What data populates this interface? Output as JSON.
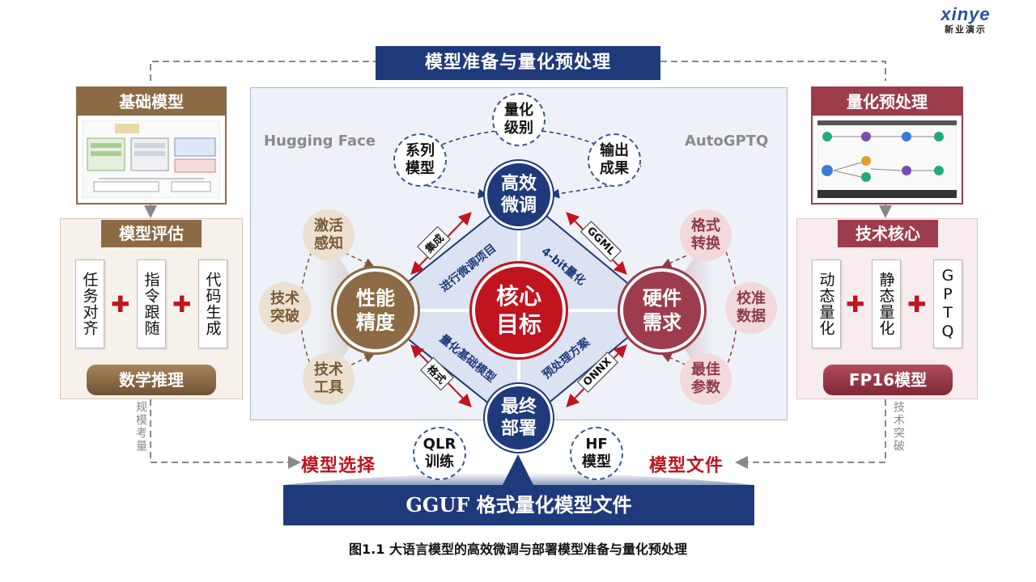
{
  "logo": {
    "word": "xinye",
    "sub": "新业演示"
  },
  "title": "模型准备与量化预处理",
  "left_top": {
    "title": "基础模型"
  },
  "right_top": {
    "title": "量化预处理"
  },
  "left_mid": {
    "title": "模型评估",
    "cards": [
      "任务对齐",
      "指令跟随",
      "代码生成"
    ],
    "drum": "数学推理"
  },
  "right_mid": {
    "title": "技术核心",
    "cards": [
      "动态量化",
      "静态量化",
      "GPTQ"
    ],
    "drum": "FP16模型"
  },
  "arrows": {
    "left": "Hugging Face",
    "right": "AutoGPTQ"
  },
  "nodes": {
    "quant_level": [
      "量化",
      "级别"
    ],
    "series_model": [
      "系列",
      "模型"
    ],
    "output": [
      "输出",
      "成果"
    ],
    "efficient_ft": [
      "高效",
      "微调"
    ],
    "core": [
      "核心",
      "目标"
    ],
    "perf": [
      "性能",
      "精度"
    ],
    "hardware": [
      "硬件",
      "需求"
    ],
    "deploy": [
      "最终",
      "部署"
    ],
    "activation": [
      "激活",
      "感知"
    ],
    "tech_break": [
      "技术",
      "突破"
    ],
    "tech_tool": [
      "技术",
      "工具"
    ],
    "format_conv": [
      "格式",
      "转换"
    ],
    "calib": [
      "校准",
      "数据"
    ],
    "best_param": [
      "最佳",
      "参数"
    ],
    "qlr": [
      "QLR",
      "训练"
    ],
    "hf_model": [
      "HF",
      "模型"
    ]
  },
  "edge_labels": {
    "integrate": "集成",
    "ggml": "GGML",
    "format": "格式",
    "onnx": "ONNX"
  },
  "quad_text": {
    "tl": "进行微调项目",
    "tr": "4-bit量化",
    "bl": "量化基础模型",
    "br": "预处理方案"
  },
  "side_left": "规模考量",
  "side_right": "技术突破",
  "red_left": "模型选择",
  "red_right": "模型文件",
  "bottom": "GGUF 格式量化模型文件",
  "caption": "图1.1 大语言模型的高效微调与部署模型准备与量化预处理",
  "colors": {
    "navy": "#1e3a7b",
    "brown": "#8b6a45",
    "maroon": "#9c3c4c",
    "red": "#c0141f"
  }
}
